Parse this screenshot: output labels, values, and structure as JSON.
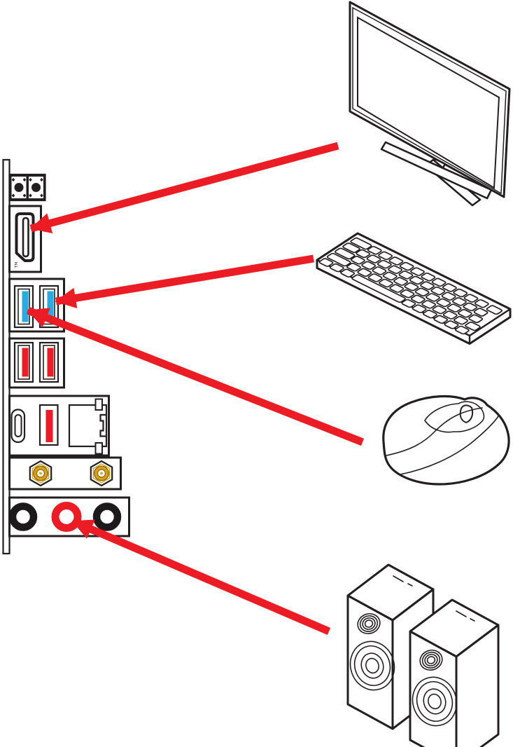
{
  "page": {
    "kind": "motherboard-manual-illustration",
    "description": "Rear I/O panel with red arrows connecting peripherals to ports",
    "background": "#ffffff"
  },
  "colors": {
    "line": "#231f20",
    "arrow_red": "#ec1c24",
    "usb3_blue": "#29abe2",
    "port_red": "#ed1c24",
    "antenna_pale": "#f5efae",
    "antenna_gold": "#d7a122",
    "jack_black": "#1c1a1b",
    "background": "#ffffff"
  },
  "io_panel": {
    "label": "rear-io-panel",
    "hdmi_tm": "TM",
    "ports": [
      {
        "name": "rear-buttons",
        "desc": "two round rear-panel buttons",
        "count": 2
      },
      {
        "name": "hdmi-port",
        "desc": "HDMI output (vertical)",
        "count": 1
      },
      {
        "name": "usb-blue-ports",
        "desc": "USB Type-A ports with blue tongues",
        "count": 2
      },
      {
        "name": "usb-red-ports",
        "desc": "USB Type-A ports with red tongues",
        "count": 2
      },
      {
        "name": "usb-c-port",
        "desc": "USB Type-C port",
        "count": 1
      },
      {
        "name": "usb-red-single",
        "desc": "USB Type-A port with red tongue",
        "count": 1
      },
      {
        "name": "lan-port",
        "desc": "RJ45 LAN port",
        "count": 1
      },
      {
        "name": "wifi-antenna-connectors",
        "desc": "gold SMA Wi-Fi antenna connectors",
        "count": 2
      },
      {
        "name": "audio-jacks",
        "desc": "audio jacks, center jack highlighted red",
        "count": 3
      }
    ]
  },
  "devices": [
    {
      "id": "monitor",
      "desc": "flat-screen display on X stand"
    },
    {
      "id": "keyboard",
      "desc": "isometric wireless keyboard"
    },
    {
      "id": "mouse",
      "desc": "wireless mouse with scroll wheel"
    },
    {
      "id": "speakers",
      "desc": "pair of bookshelf speakers"
    }
  ],
  "connections": [
    {
      "from": "monitor",
      "to": "hdmi-port"
    },
    {
      "from": "keyboard",
      "to": "usb-blue-port-right"
    },
    {
      "from": "mouse",
      "to": "usb-blue-port-left"
    },
    {
      "from": "speakers",
      "to": "audio-jack-center-red"
    }
  ]
}
